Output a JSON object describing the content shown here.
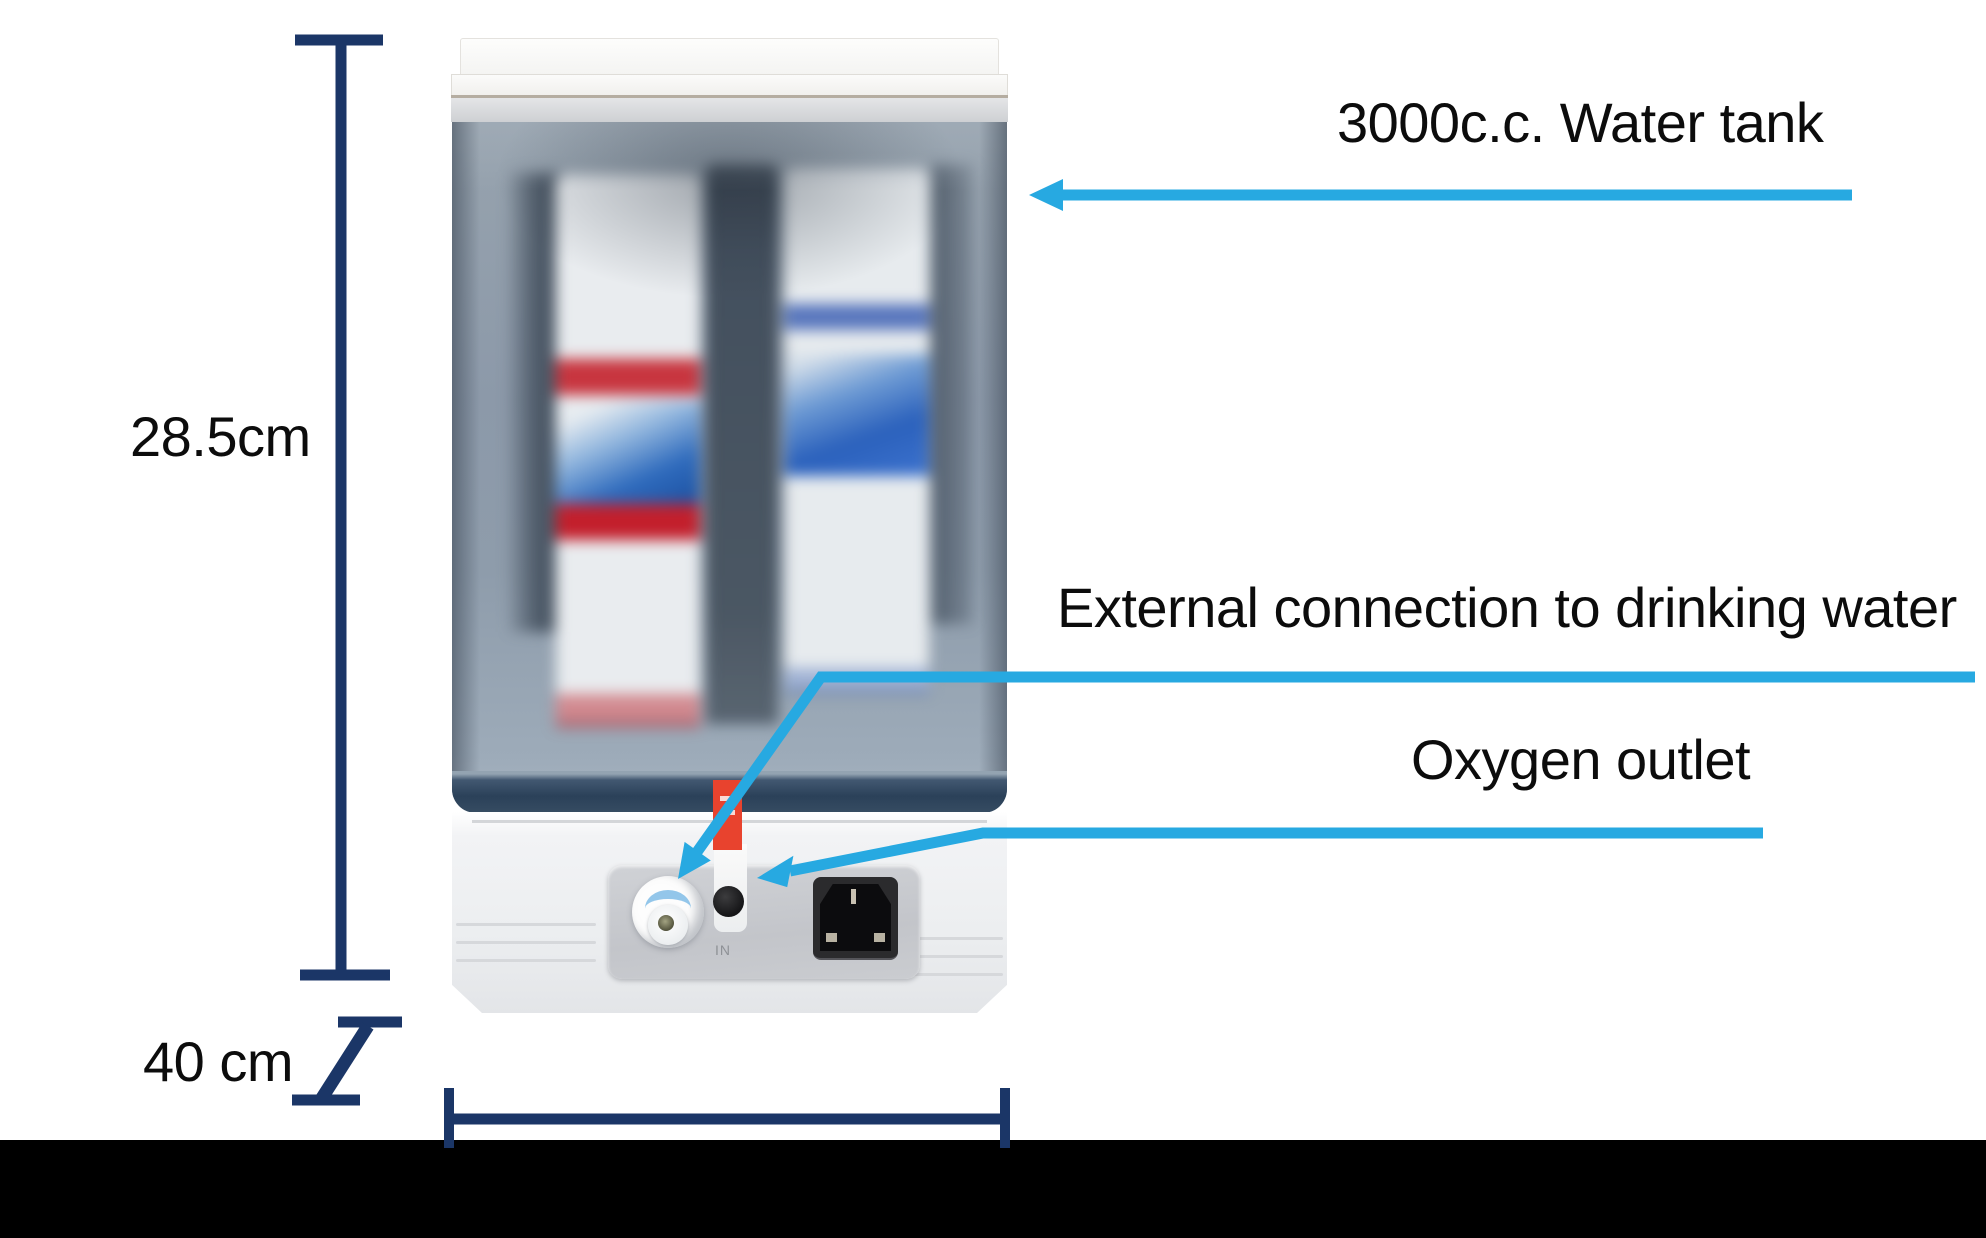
{
  "annotations": {
    "water_tank": "3000c.c. Water tank",
    "external_connection": "External connection to drinking water",
    "oxygen_outlet": "Oxygen outlet"
  },
  "measurements": {
    "height_label": "28.5cm",
    "depth_label": "40 cm"
  },
  "device": {
    "inlet_port_label": "IN"
  },
  "colors": {
    "arrow_cyan": "#27a9e1",
    "dimension_navy": "#1b3667",
    "sticker_red": "#e8432e",
    "label_text": "#0c0c0c",
    "footer_black": "#000000"
  }
}
